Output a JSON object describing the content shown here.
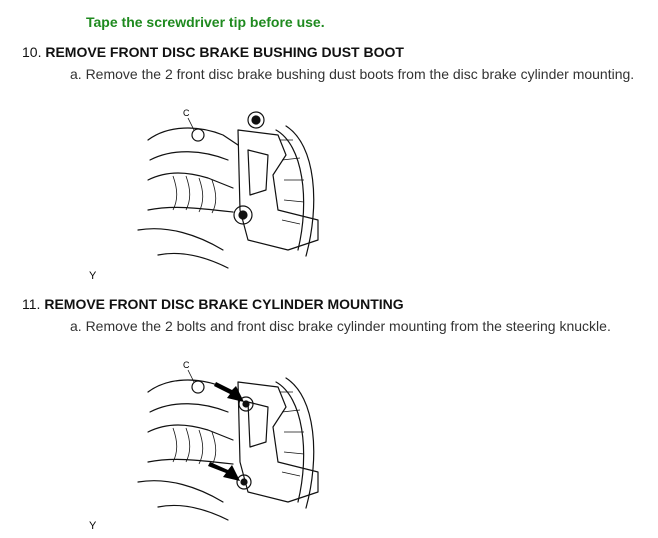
{
  "note": "Tape the screwdriver tip before use.",
  "steps": [
    {
      "number": "10.",
      "title": "REMOVE FRONT DISC BRAKE BUSHING DUST BOOT",
      "substep": "a. Remove the 2 front disc brake bushing dust boots from the disc brake cylinder mounting.",
      "figure_label": "Y",
      "figure_callout": "C"
    },
    {
      "number": "11.",
      "title": "REMOVE FRONT DISC BRAKE CYLINDER MOUNTING",
      "substep": "a. Remove the 2 bolts and front disc brake cylinder mounting from the steering knuckle.",
      "figure_label": "Y",
      "figure_callout": "C"
    }
  ]
}
